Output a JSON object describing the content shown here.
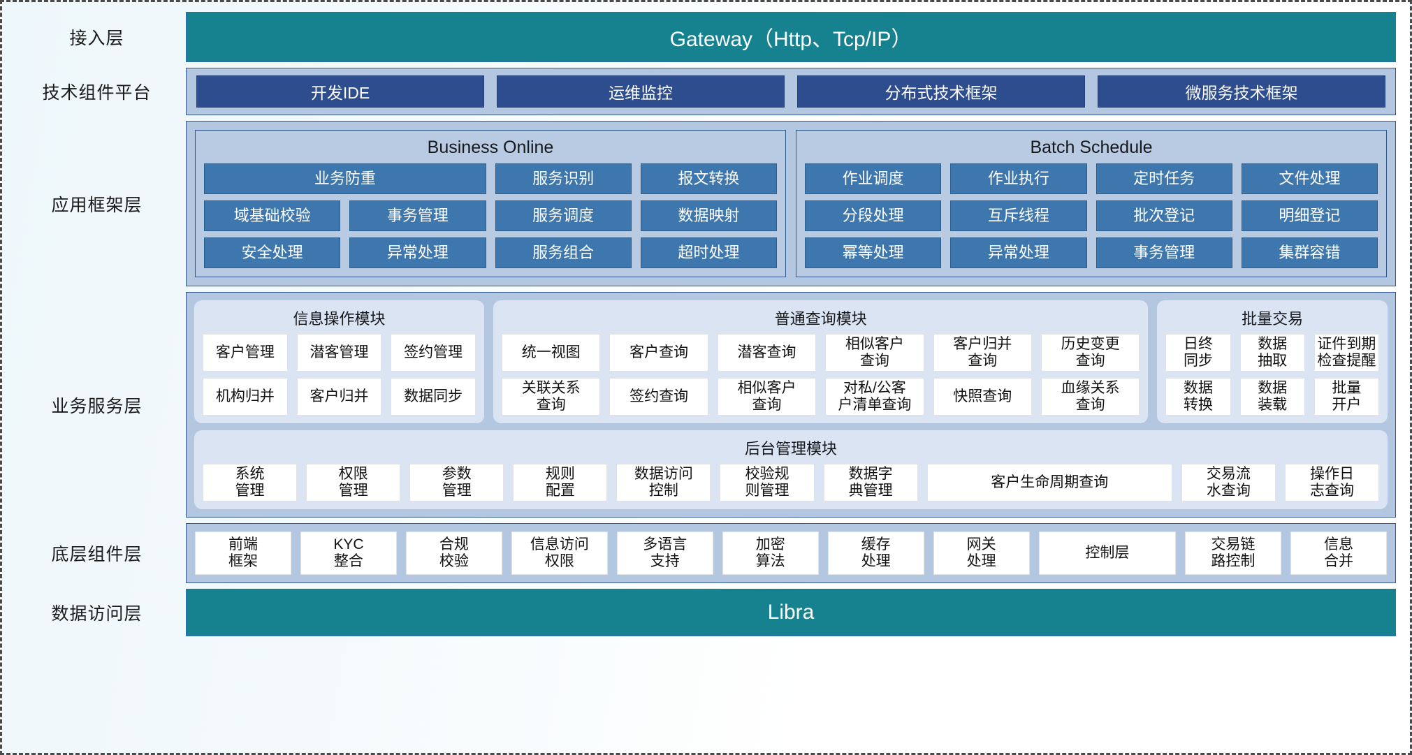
{
  "layers": [
    {
      "label": "接入层",
      "type": "band",
      "title": "Gateway（Http、Tcp/IP）"
    },
    {
      "label": "技术组件平台",
      "type": "tech",
      "buttons": [
        "开发IDE",
        "运维监控",
        "分布式技术框架",
        "微服务技术框架"
      ]
    },
    {
      "label": "应用框架层",
      "type": "app",
      "groups": [
        {
          "title": "Business Online",
          "rows": [
            [
              {
                "text": "业务防重",
                "span": 2
              },
              {
                "text": "服务识别",
                "span": 1
              },
              {
                "text": "报文转换",
                "span": 1
              }
            ],
            [
              {
                "text": "域基础校验",
                "span": 1
              },
              {
                "text": "事务管理",
                "span": 1
              },
              {
                "text": "服务调度",
                "span": 1
              },
              {
                "text": "数据映射",
                "span": 1
              }
            ],
            [
              {
                "text": "安全处理",
                "span": 1
              },
              {
                "text": "异常处理",
                "span": 1
              },
              {
                "text": "服务组合",
                "span": 1
              },
              {
                "text": "超时处理",
                "span": 1
              }
            ]
          ]
        },
        {
          "title": "Batch Schedule",
          "rows": [
            [
              {
                "text": "作业调度",
                "span": 1
              },
              {
                "text": "作业执行",
                "span": 1
              },
              {
                "text": "定时任务",
                "span": 1
              },
              {
                "text": "文件处理",
                "span": 1
              }
            ],
            [
              {
                "text": "分段处理",
                "span": 1
              },
              {
                "text": "互斥线程",
                "span": 1
              },
              {
                "text": "批次登记",
                "span": 1
              },
              {
                "text": "明细登记",
                "span": 1
              }
            ],
            [
              {
                "text": "幂等处理",
                "span": 1
              },
              {
                "text": "异常处理",
                "span": 1
              },
              {
                "text": "事务管理",
                "span": 1
              },
              {
                "text": "集群容错",
                "span": 1
              }
            ]
          ]
        }
      ]
    },
    {
      "label": "业务服务层",
      "type": "biz",
      "modules": [
        {
          "title": "信息操作模块",
          "rows": [
            [
              "客户管理",
              "潜客管理",
              "签约管理"
            ],
            [
              "机构归并",
              "客户归并",
              "数据同步"
            ]
          ]
        },
        {
          "title": "普通查询模块",
          "rows": [
            [
              "统一视图",
              "客户查询",
              "潜客查询",
              "相似客户\n查询",
              "客户归并\n查询",
              "历史变更\n查询"
            ],
            [
              "关联关系\n查询",
              "签约查询",
              "相似客户\n查询",
              "对私/公客\n户清单查询",
              "快照查询",
              "血缘关系\n查询"
            ]
          ]
        },
        {
          "title": "批量交易",
          "rows": [
            [
              "日终\n同步",
              "数据\n抽取",
              "证件到期\n检查提醒"
            ],
            [
              "数据\n转换",
              "数据\n装载",
              "批量\n开户"
            ]
          ]
        }
      ],
      "admin": {
        "title": "后台管理模块",
        "items": [
          {
            "text": "系统\n管理",
            "wide": false
          },
          {
            "text": "权限\n管理",
            "wide": false
          },
          {
            "text": "参数\n管理",
            "wide": false
          },
          {
            "text": "规则\n配置",
            "wide": false
          },
          {
            "text": "数据访问\n控制",
            "wide": false
          },
          {
            "text": "校验规\n则管理",
            "wide": false
          },
          {
            "text": "数据字\n典管理",
            "wide": false
          },
          {
            "text": "客户生命周期查询",
            "wide": true
          },
          {
            "text": "交易流\n水查询",
            "wide": false
          },
          {
            "text": "操作日\n志查询",
            "wide": false
          }
        ]
      }
    },
    {
      "label": "底层组件层",
      "type": "base",
      "items": [
        {
          "text": "前端\n框架",
          "wide": false
        },
        {
          "text": "KYC\n整合",
          "wide": false
        },
        {
          "text": "合规\n校验",
          "wide": false
        },
        {
          "text": "信息访问\n权限",
          "wide": false
        },
        {
          "text": "多语言\n支持",
          "wide": false
        },
        {
          "text": "加密\n算法",
          "wide": false
        },
        {
          "text": "缓存\n处理",
          "wide": false
        },
        {
          "text": "网关\n处理",
          "wide": false
        },
        {
          "text": "控制层",
          "wide": true
        },
        {
          "text": "交易链\n路控制",
          "wide": false
        },
        {
          "text": "信息\n合并",
          "wide": false
        }
      ]
    },
    {
      "label": "数据访问层",
      "type": "band",
      "title": "Libra"
    }
  ],
  "colors": {
    "teal": "#17828f",
    "panel_blue": "#b4c7e0",
    "cell_blue": "#3e77ad",
    "button_navy": "#2e4d8e",
    "module_bg": "#dbe4f3",
    "card_white": "#ffffff",
    "border_navy": "#33578c"
  }
}
